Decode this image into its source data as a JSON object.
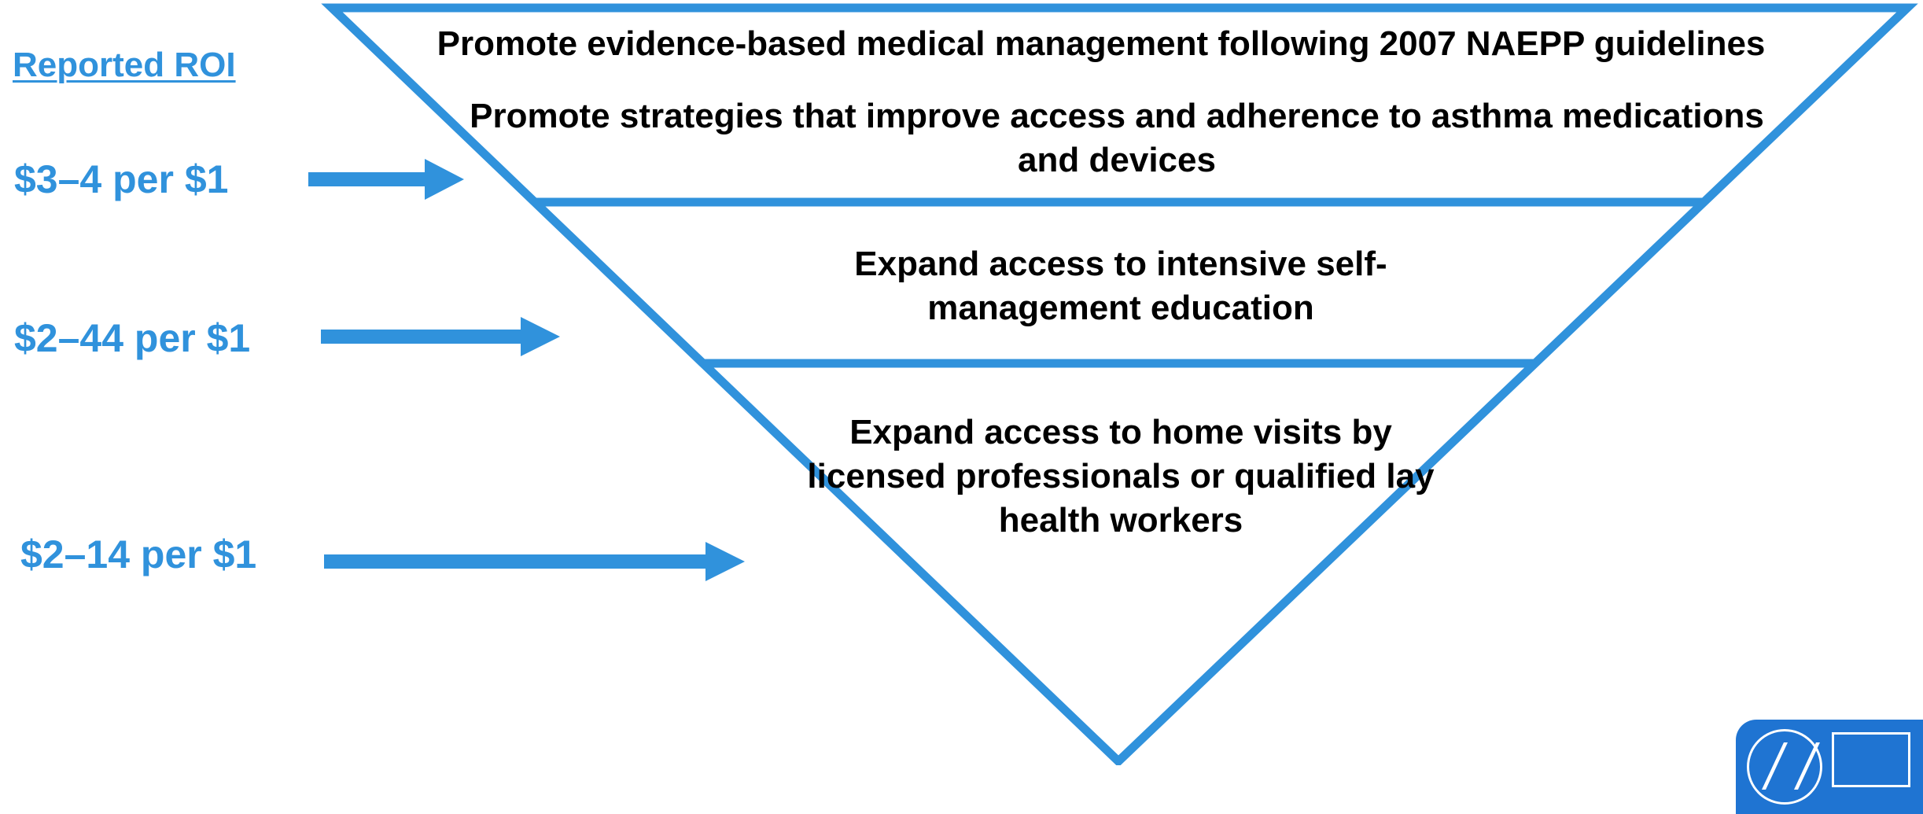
{
  "heading": "Reported ROI",
  "roi_values": [
    "$3–4 per $1",
    "$2–44 per $1",
    "$2–14 per $1"
  ],
  "tiers": {
    "top_line_1": "Promote evidence-based medical management following 2007 NAEPP guidelines",
    "top_line_2": "Promote strategies that improve access and adherence to asthma medications and devices",
    "middle": "Expand access to intensive self-management education",
    "bottom": "Expand access to home visits by licensed professionals or qualified lay health workers"
  },
  "colors": {
    "accent": "#3092dc",
    "text": "#000000",
    "logo": "#1f74d2"
  },
  "icons": {
    "logo": "hhs-logo-icon",
    "arrow": "right-arrow-icon"
  }
}
